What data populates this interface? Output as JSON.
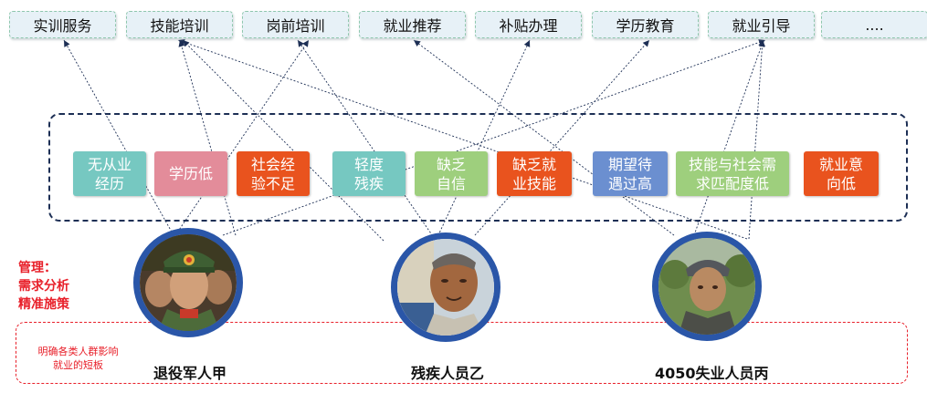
{
  "services": [
    {
      "id": "s0",
      "label": "实训服务"
    },
    {
      "id": "s1",
      "label": "技能培训"
    },
    {
      "id": "s2",
      "label": "岗前培训"
    },
    {
      "id": "s3",
      "label": "就业推荐"
    },
    {
      "id": "s4",
      "label": "补贴办理"
    },
    {
      "id": "s5",
      "label": "学历教育"
    },
    {
      "id": "s6",
      "label": "就业引导"
    },
    {
      "id": "s7",
      "label": "...."
    }
  ],
  "factors": [
    {
      "id": "f0",
      "label": "无从业\n经历",
      "color": "#76c8c1"
    },
    {
      "id": "f1",
      "label": "学历低",
      "color": "#e38c9a"
    },
    {
      "id": "f2",
      "label": "社会经\n验不足",
      "color": "#e9531e"
    },
    {
      "id": "f3",
      "label": "轻度\n残疾",
      "color": "#76c8c1"
    },
    {
      "id": "f4",
      "label": "缺乏\n自信",
      "color": "#9ecf7d"
    },
    {
      "id": "f5",
      "label": "缺乏就\n业技能",
      "color": "#e9531e"
    },
    {
      "id": "f6",
      "label": "期望待\n遇过高",
      "color": "#6b8fd0"
    },
    {
      "id": "f7",
      "label": "技能与社会需\n求匹配度低",
      "color": "#9ecf7d"
    },
    {
      "id": "f8",
      "label": "就业意\n向低",
      "color": "#e9531e"
    }
  ],
  "people": [
    {
      "id": "p0",
      "label": "退役军人甲",
      "photo": "soldier-photo"
    },
    {
      "id": "p1",
      "label": "残疾人员乙",
      "photo": "older-man-photo"
    },
    {
      "id": "p2",
      "label": "4050失业人员丙",
      "photo": "man-outdoors-photo"
    }
  ],
  "management": {
    "text": "管理：\n需求分析\n精准施策"
  },
  "note": {
    "text": "明确各类人群影响\n就业的短板"
  },
  "colors": {
    "frame": "#1d2f55",
    "ring": "#2a56a8",
    "accent_red": "#e8202a",
    "service_fill": "#e7f1f7",
    "service_border": "#8fc7ad"
  }
}
